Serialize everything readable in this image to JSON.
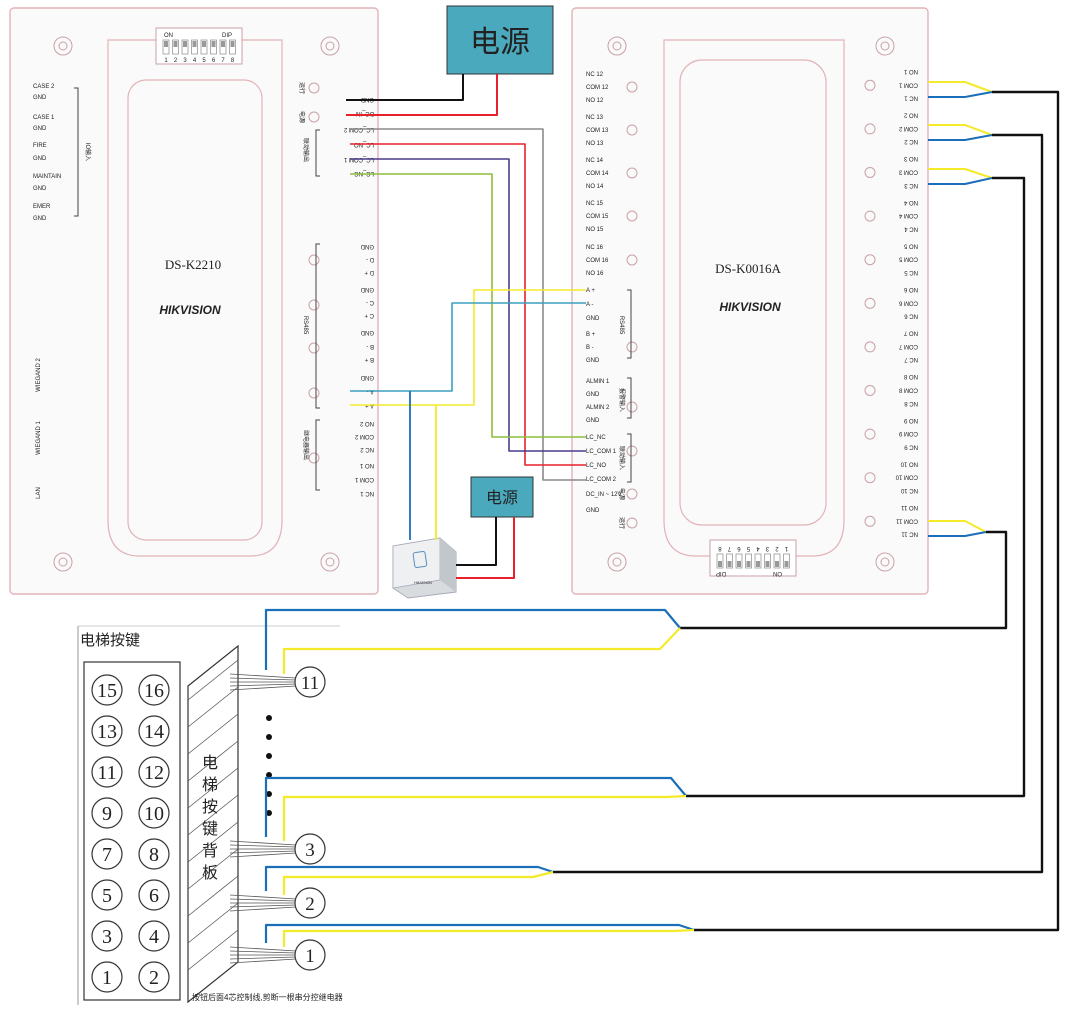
{
  "power_label": "电源",
  "left_device": {
    "model": "DS-K2210",
    "brand": "HIKVISION",
    "dip_on": "ON",
    "dip_label": "DIP",
    "dip_numbers": [
      "1",
      "2",
      "3",
      "4",
      "5",
      "6",
      "7",
      "8"
    ],
    "io_labels": [
      "CASE 2",
      "GND",
      "CASE 1",
      "GND",
      "FIRE",
      "GND",
      "MAINTAIN",
      "GND",
      "EMER",
      "GND"
    ],
    "io_group": "IO输入",
    "wiegand2": "WIEGAND 2",
    "wiegand1": "WIEGAND 1",
    "lan": "LAN",
    "run_led": "运行",
    "power_led": "电源",
    "terminals": [
      "GND",
      "DC_IN",
      "LC_COM 2",
      "LC_NO",
      "LC_COM 1",
      "LC_NC",
      "GND",
      "D -",
      "D +",
      "GND",
      "C -",
      "C +",
      "GND",
      "B -",
      "B +",
      "GND",
      "A -",
      "A +",
      "NO 2",
      "COM 2",
      "NC 2",
      "NO 1",
      "COM 1",
      "NC 1"
    ],
    "group_linkage": "联动输出",
    "group_rs485": "RS485",
    "group_relay": "继电器输出"
  },
  "right_device": {
    "model": "DS-K0016A",
    "brand": "HIKVISION",
    "dip_on": "ON",
    "dip_label": "DIP",
    "dip_numbers": [
      "1",
      "2",
      "3",
      "4",
      "5",
      "6",
      "7",
      "8"
    ],
    "left_terminals": [
      "NC 12",
      "COM 12",
      "NO 12",
      "NC 13",
      "COM 13",
      "NO 13",
      "NC 14",
      "COM 14",
      "NO 14",
      "NC 15",
      "COM 15",
      "NO 15",
      "NC 16",
      "COM 16",
      "NO 16",
      "A +",
      "A -",
      "GND",
      "B +",
      "B -",
      "GND",
      "ALMIN 1",
      "GND",
      "ALMIN 2",
      "GND",
      "LC_NC",
      "LC_COM 1",
      "LC_NO",
      "LC_COM 2",
      "DC_IN ~ 12V",
      "GND"
    ],
    "group_rs485": "RS485",
    "group_alarm": "报警输入",
    "group_linkage": "联动输入",
    "power_led": "电源",
    "run_led": "运行",
    "right_terminals": [
      "NO 1",
      "COM 1",
      "NC 1",
      "NO 2",
      "COM 2",
      "NC 2",
      "NO 3",
      "COM 3",
      "NC 3",
      "NO 4",
      "COM 4",
      "NC 4",
      "NO 5",
      "COM 5",
      "NC 5",
      "NO 6",
      "COM 6",
      "NC 6",
      "NO 7",
      "COM 7",
      "NC 7",
      "NO 8",
      "COM 8",
      "NC 8",
      "NO 9",
      "COM 9",
      "NC 9",
      "NO 10",
      "COM 10",
      "NC 10",
      "NO 11",
      "COM 11",
      "NC 11"
    ]
  },
  "reader_brand": "HIKVISION",
  "elevator": {
    "title": "电梯按键",
    "panel_buttons": [
      "15",
      "16",
      "13",
      "14",
      "11",
      "12",
      "9",
      "10",
      "7",
      "8",
      "5",
      "6",
      "3",
      "4",
      "1",
      "2"
    ],
    "back_panel_chars": [
      "电",
      "梯",
      "按",
      "键",
      "背",
      "板"
    ],
    "wired_buttons": [
      "11",
      "3",
      "2",
      "1"
    ],
    "note": "按钮后面4芯控制线,剪断一根串分控继电器"
  },
  "colors": {
    "power_box": "#4aa9bd",
    "black": "#111111",
    "red": "#e8202a",
    "yellow": "#f4ea2a",
    "blue": "#1b6fb8",
    "purple": "#4a3c8c",
    "green": "#8dbe3c",
    "gray": "#8a8a8a",
    "teal": "#3a9fbf"
  }
}
